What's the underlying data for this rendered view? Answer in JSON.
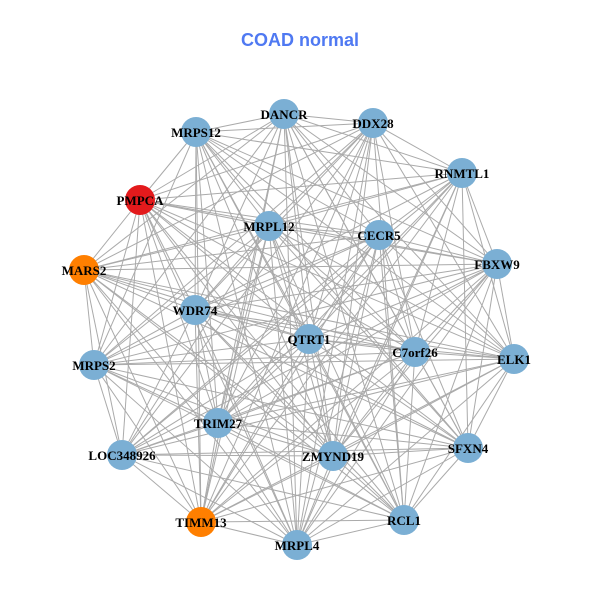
{
  "title": "COAD normal",
  "colors": {
    "default": "#7bafd4",
    "red": "#e31a1c",
    "orange": "#ff7f00",
    "edge": "#aaaaaa",
    "title": "#4f79f2"
  },
  "nodes": [
    {
      "id": "DANCR",
      "color": "default"
    },
    {
      "id": "DDX28",
      "color": "default"
    },
    {
      "id": "MRPS12",
      "color": "default"
    },
    {
      "id": "RNMTL1",
      "color": "default"
    },
    {
      "id": "PMPCA",
      "color": "red"
    },
    {
      "id": "MRPL12",
      "color": "default"
    },
    {
      "id": "CECR5",
      "color": "default"
    },
    {
      "id": "FBXW9",
      "color": "default"
    },
    {
      "id": "MARS2",
      "color": "orange"
    },
    {
      "id": "WDR74",
      "color": "default"
    },
    {
      "id": "QTRT1",
      "color": "default"
    },
    {
      "id": "C7orf26",
      "color": "default"
    },
    {
      "id": "ELK1",
      "color": "default"
    },
    {
      "id": "MRPS2",
      "color": "default"
    },
    {
      "id": "TRIM27",
      "color": "default"
    },
    {
      "id": "LOC348926",
      "color": "default"
    },
    {
      "id": "ZMYND19",
      "color": "default"
    },
    {
      "id": "SFXN4",
      "color": "default"
    },
    {
      "id": "TIMM13",
      "color": "orange"
    },
    {
      "id": "RCL1",
      "color": "default"
    },
    {
      "id": "MRPL4",
      "color": "default"
    }
  ],
  "adjacency": {
    "DANCR": [
      "DDX28",
      "MRPS12",
      "RNMTL1",
      "PMPCA",
      "CECR5",
      "FBXW9",
      "MARS2",
      "WDR74",
      "QTRT1",
      "C7orf26",
      "ELK1",
      "MRPS2",
      "TRIM27",
      "ZMYND19",
      "SFXN4",
      "TIMM13",
      "RCL1",
      "MRPL4"
    ],
    "DDX28": [
      "MRPS12",
      "RNMTL1",
      "PMPCA",
      "MRPL12",
      "FBXW9",
      "MARS2",
      "WDR74",
      "QTRT1",
      "C7orf26",
      "ELK1",
      "MRPS2",
      "TRIM27",
      "LOC348926",
      "ZMYND19",
      "TIMM13",
      "RCL1",
      "MRPL4"
    ],
    "MRPS12": [
      "RNMTL1",
      "PMPCA",
      "MRPL12",
      "CECR5",
      "FBXW9",
      "WDR74",
      "QTRT1",
      "C7orf26",
      "ELK1",
      "MRPS2",
      "TRIM27",
      "ZMYND19",
      "SFXN4",
      "TIMM13",
      "RCL1",
      "MRPL4"
    ],
    "RNMTL1": [
      "PMPCA",
      "MRPL12",
      "CECR5",
      "FBXW9",
      "MARS2",
      "WDR74",
      "QTRT1",
      "C7orf26",
      "ELK1",
      "TRIM27",
      "LOC348926",
      "ZMYND19",
      "SFXN4",
      "TIMM13",
      "MRPL4"
    ],
    "PMPCA": [
      "MRPL12",
      "CECR5",
      "FBXW9",
      "MARS2",
      "WDR74",
      "QTRT1",
      "C7orf26",
      "ELK1",
      "MRPS2",
      "TRIM27",
      "LOC348926",
      "ZMYND19",
      "SFXN4",
      "TIMM13",
      "RCL1",
      "MRPL4"
    ],
    "MRPL12": [
      "CECR5",
      "FBXW9",
      "MARS2",
      "WDR74",
      "QTRT1",
      "C7orf26",
      "ELK1",
      "MRPS2",
      "TRIM27",
      "LOC348926",
      "ZMYND19",
      "SFXN4",
      "TIMM13",
      "RCL1",
      "MRPL4"
    ],
    "CECR5": [
      "FBXW9",
      "MARS2",
      "WDR74",
      "QTRT1",
      "C7orf26",
      "ELK1",
      "MRPS2",
      "TRIM27",
      "LOC348926",
      "ZMYND19",
      "SFXN4",
      "TIMM13",
      "RCL1",
      "MRPL4"
    ],
    "FBXW9": [
      "MARS2",
      "WDR74",
      "QTRT1",
      "C7orf26",
      "ELK1",
      "MRPS2",
      "TRIM27",
      "LOC348926",
      "ZMYND19",
      "SFXN4",
      "TIMM13",
      "RCL1",
      "MRPL4"
    ],
    "MARS2": [
      "WDR74",
      "QTRT1",
      "C7orf26",
      "ELK1",
      "MRPS2",
      "TRIM27",
      "LOC348926",
      "ZMYND19",
      "SFXN4",
      "TIMM13",
      "RCL1",
      "MRPL4"
    ],
    "WDR74": [
      "QTRT1",
      "C7orf26",
      "ELK1",
      "MRPS2",
      "TRIM27",
      "LOC348926",
      "ZMYND19",
      "SFXN4",
      "TIMM13",
      "RCL1",
      "MRPL4"
    ],
    "QTRT1": [
      "C7orf26",
      "ELK1",
      "MRPS2",
      "TRIM27",
      "LOC348926",
      "ZMYND19",
      "SFXN4",
      "TIMM13",
      "RCL1",
      "MRPL4"
    ],
    "C7orf26": [
      "ELK1",
      "MRPS2",
      "TRIM27",
      "LOC348926",
      "ZMYND19",
      "SFXN4",
      "TIMM13",
      "RCL1",
      "MRPL4"
    ],
    "ELK1": [
      "MRPS2",
      "TRIM27",
      "LOC348926",
      "ZMYND19",
      "SFXN4",
      "TIMM13",
      "RCL1",
      "MRPL4"
    ],
    "MRPS2": [
      "TRIM27",
      "LOC348926",
      "ZMYND19",
      "SFXN4",
      "TIMM13",
      "RCL1",
      "MRPL4"
    ],
    "TRIM27": [
      "LOC348926",
      "ZMYND19",
      "SFXN4",
      "TIMM13",
      "RCL1",
      "MRPL4"
    ],
    "LOC348926": [
      "ZMYND19",
      "SFXN4",
      "TIMM13",
      "RCL1",
      "MRPL4"
    ],
    "ZMYND19": [
      "SFXN4",
      "TIMM13",
      "RCL1",
      "MRPL4"
    ],
    "SFXN4": [
      "TIMM13",
      "RCL1",
      "MRPL4"
    ],
    "TIMM13": [
      "RCL1",
      "MRPL4"
    ],
    "RCL1": [
      "MRPL4"
    ]
  }
}
